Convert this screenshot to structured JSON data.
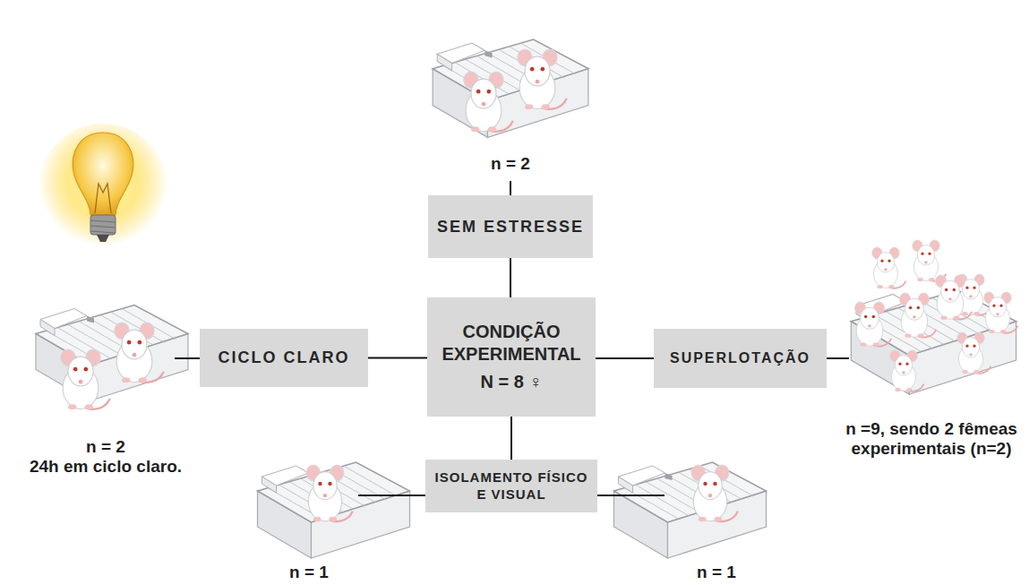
{
  "diagram": {
    "nodes": [
      {
        "text": [
          "SEM ESTRESSE"
        ]
      },
      {
        "text": [
          "CICLO CLARO"
        ]
      },
      {
        "text": [
          "CONDIÇÃO EXPERIMENTAL",
          "N = 8 ♀"
        ]
      },
      {
        "text": [
          "SUPERLOTAÇÃO"
        ]
      },
      {
        "text": [
          "ISOLAMENTO FÍSICO E VISUAL"
        ]
      }
    ],
    "edges": [
      {
        "from": 2,
        "to": 0,
        "arrow": "none"
      },
      {
        "from": 2,
        "to": 1,
        "arrow": "none"
      },
      {
        "from": 2,
        "to": 3,
        "arrow": "none"
      },
      {
        "from": 2,
        "to": 4,
        "arrow": "none"
      }
    ],
    "labels": [
      "n = 2",
      "n = 2",
      "24h em ciclo claro.",
      "n =9, sendo 2 fêmeas experimentais (n=2)",
      "n = 1",
      "n = 1"
    ]
  }
}
